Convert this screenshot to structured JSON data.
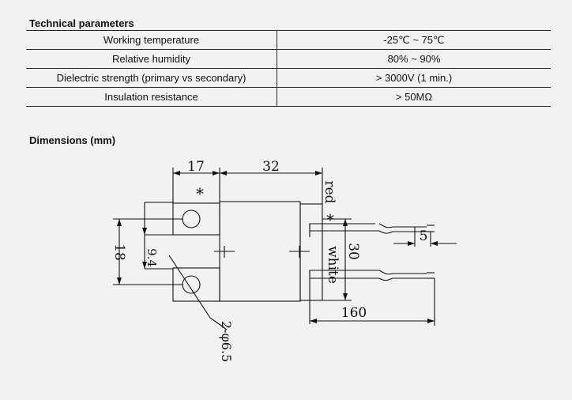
{
  "technical_heading": "Technical parameters",
  "rows": [
    {
      "label": "Working temperature",
      "value": "-25℃ ~ 75℃"
    },
    {
      "label": "Relative humidity",
      "value": "80% ~ 90%"
    },
    {
      "label": "Dielectric strength  (primary vs secondary)",
      "value": "> 3000V (1 min.)"
    },
    {
      "label": "Insulation resistance",
      "value": "> 50MΩ"
    }
  ],
  "dimensions_heading": "Dimensions (mm)",
  "drawing": {
    "dim_17": "17",
    "dim_32": "32",
    "dim_18": "18",
    "dim_9_4": "9.4",
    "dim_30": "30",
    "dim_5": "5",
    "dim_160": "160",
    "hole_spec": "2-φ6.5",
    "wire_red": "red",
    "wire_white": "white",
    "mark_top": "*",
    "mark_wire": "*"
  }
}
